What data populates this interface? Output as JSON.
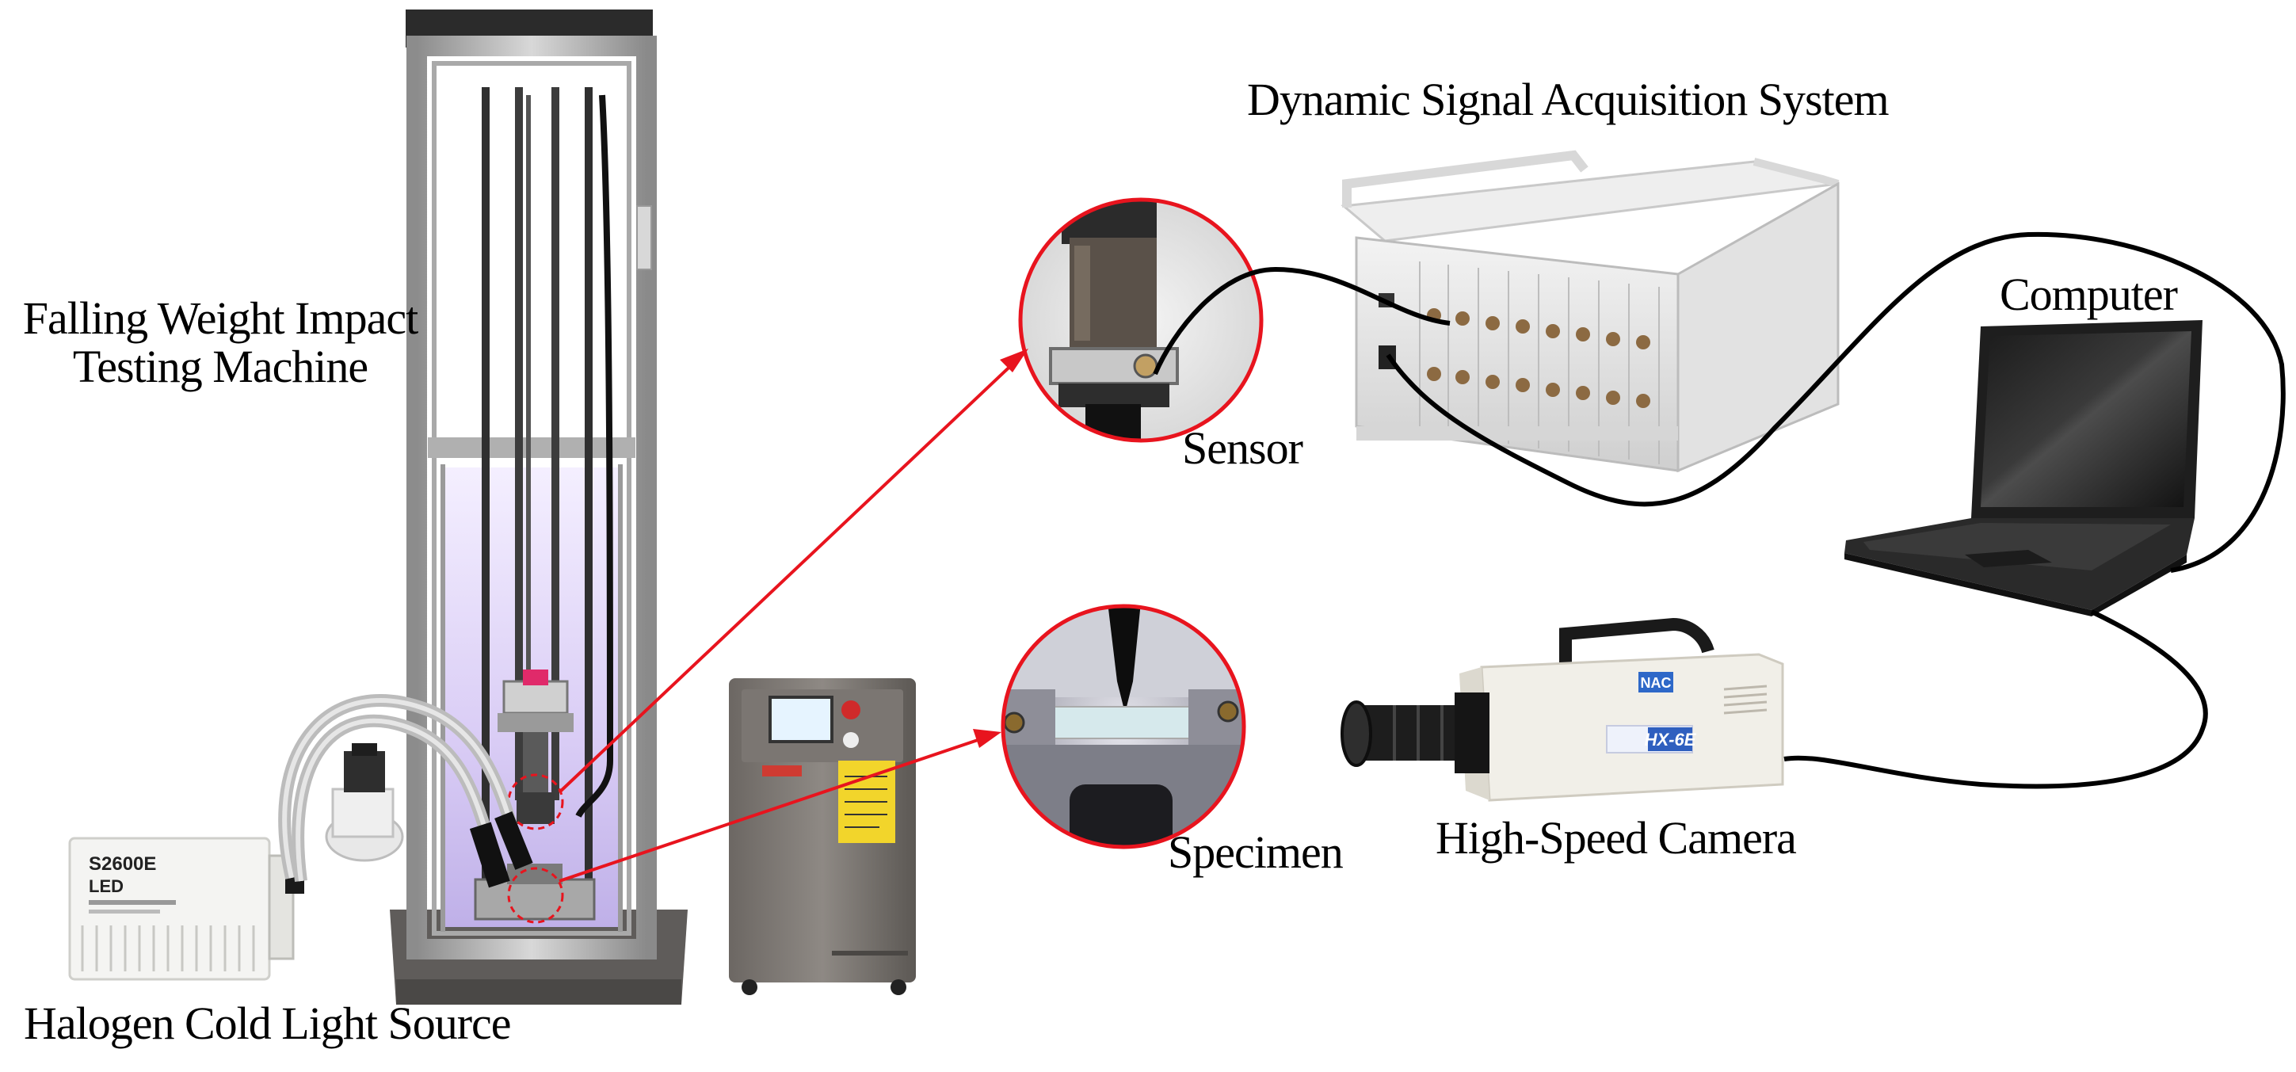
{
  "labels": {
    "falling_weight_line1": "Falling Weight Impact",
    "falling_weight_line2": "Testing Machine",
    "halogen": "Halogen Cold Light Source",
    "dynamic_signal": "Dynamic Signal Acquisition System",
    "computer": "Computer",
    "sensor": "Sensor",
    "specimen": "Specimen",
    "high_speed_camera": "High-Speed Camera"
  },
  "device_text": {
    "light_source_model": "S2600E",
    "light_source_name": "LED",
    "camera_brand": "NAC",
    "camera_model": "HX-6E"
  },
  "colors": {
    "arrow": "#e8141e",
    "highlight_circle": "#e8141e",
    "cable": "#000000"
  },
  "icons": [
    "falling-weight-machine-icon",
    "light-source-box-icon",
    "fiber-optic-goose-neck-icon",
    "air-compressor-icon",
    "control-cabinet-icon",
    "sensor-closeup-icon",
    "specimen-closeup-icon",
    "daq-chassis-icon",
    "laptop-icon",
    "high-speed-camera-icon"
  ]
}
